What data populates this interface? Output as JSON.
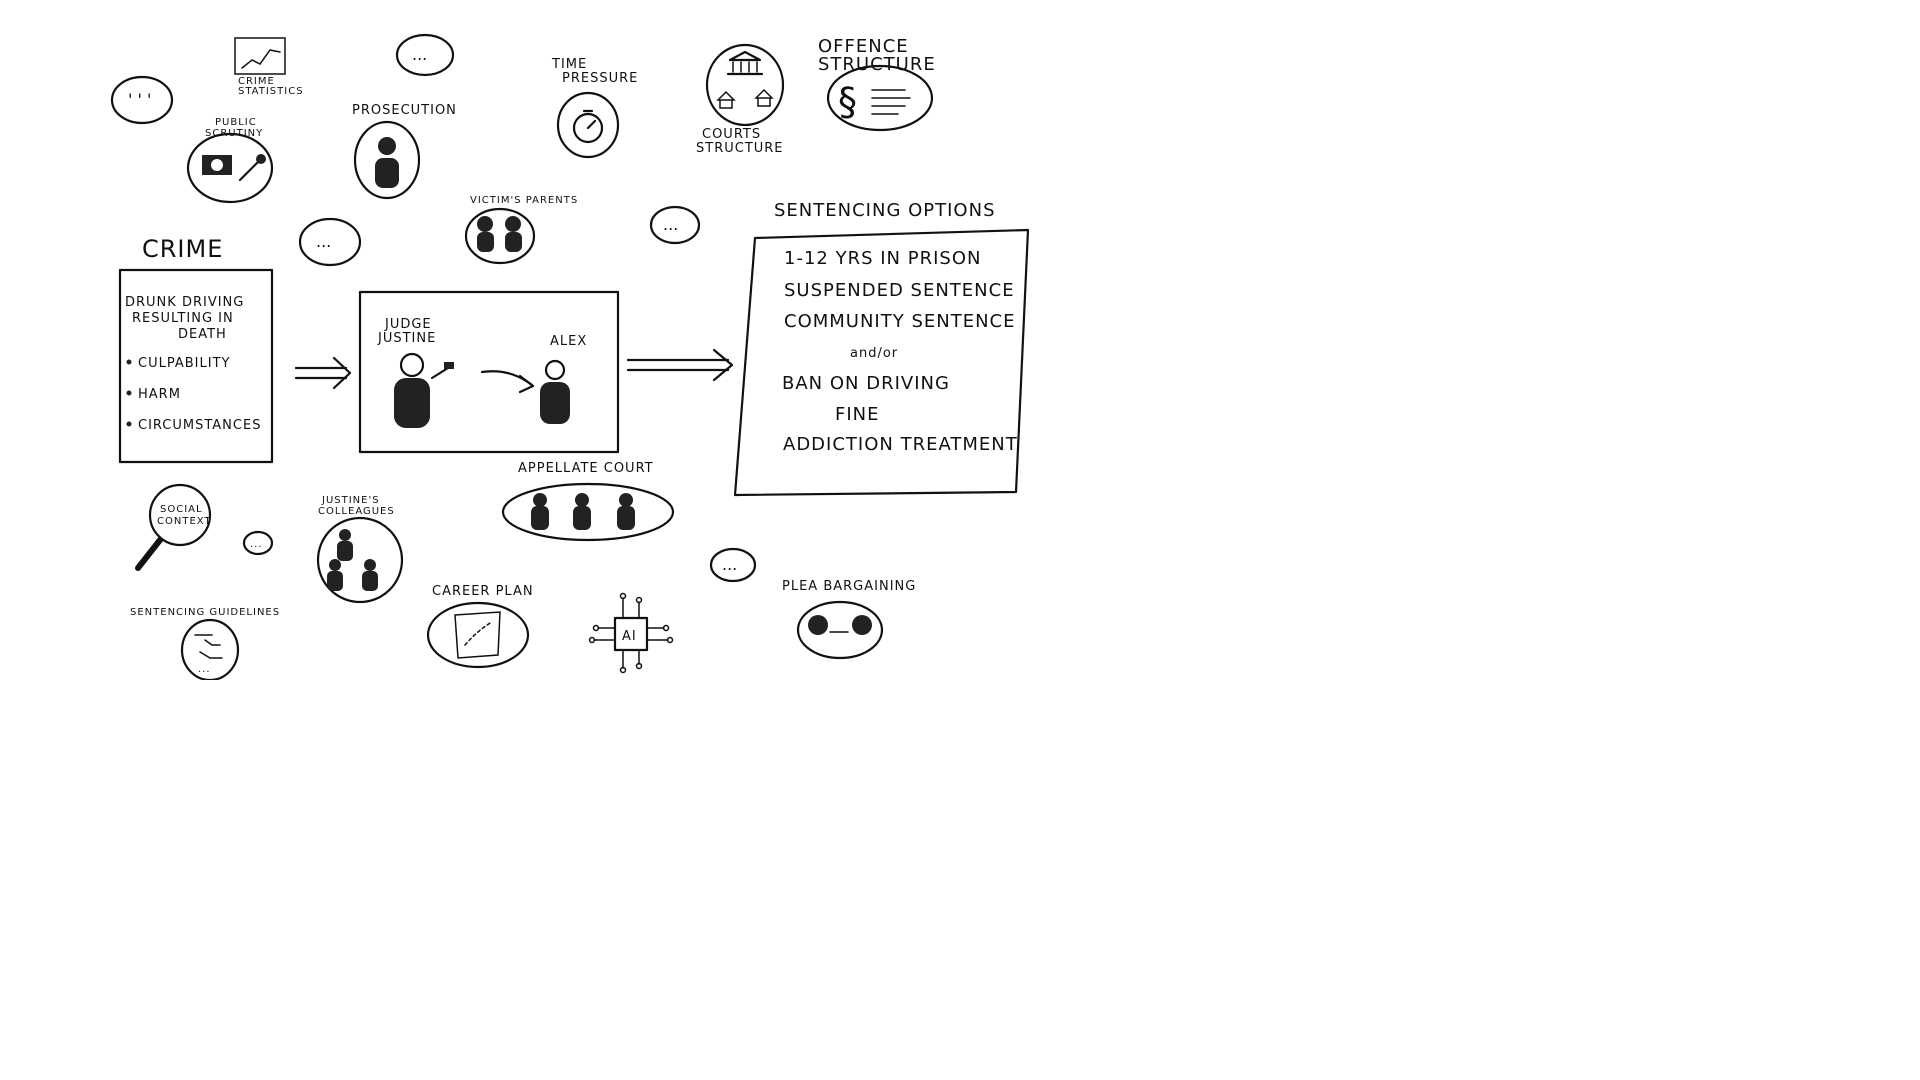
{
  "diagram": {
    "crime": {
      "title": "CRIME",
      "description_line1": "DRUNK DRIVING",
      "description_line2": "RESULTING IN",
      "description_line3": "DEATH",
      "factors": [
        "CULPABILITY",
        "HARM",
        "CIRCUMSTANCES"
      ]
    },
    "labels": {
      "crime_statistics_1": "CRIME",
      "crime_statistics_2": "STATISTICS",
      "public_scrutiny_1": "PUBLIC",
      "public_scrutiny_2": "SCRUTINY",
      "prosecution": "PROSECUTION",
      "time_pressure_1": "TIME",
      "time_pressure_2": "PRESSURE",
      "courts_structure_1": "COURTS",
      "courts_structure_2": "STRUCTURE",
      "offence_structure_1": "OFFENCE",
      "offence_structure_2": "STRUCTURE",
      "victims_parents": "VICTIM'S PARENTS",
      "judge_1": "JUDGE",
      "judge_2": "JUSTINE",
      "defendant": "ALEX",
      "appellate_court": "APPELLATE COURT",
      "social_context_1": "SOCIAL",
      "social_context_2": "CONTEXT",
      "colleagues_1": "JUSTINE'S",
      "colleagues_2": "COLLEAGUES",
      "career_plan": "CAREER PLAN",
      "ai": "AI",
      "plea_bargaining": "PLEA BARGAINING",
      "sentencing_guidelines": "SENTENCING GUIDELINES",
      "ellipsis": "..."
    },
    "sentencing": {
      "title": "SENTENCING OPTIONS",
      "options": [
        "1-12 YRS IN PRISON",
        "SUSPENDED SENTENCE",
        "COMMUNITY SENTENCE",
        "and/or",
        "BAN ON DRIVING",
        "FINE",
        "ADDICTION TREATMENT"
      ]
    }
  }
}
